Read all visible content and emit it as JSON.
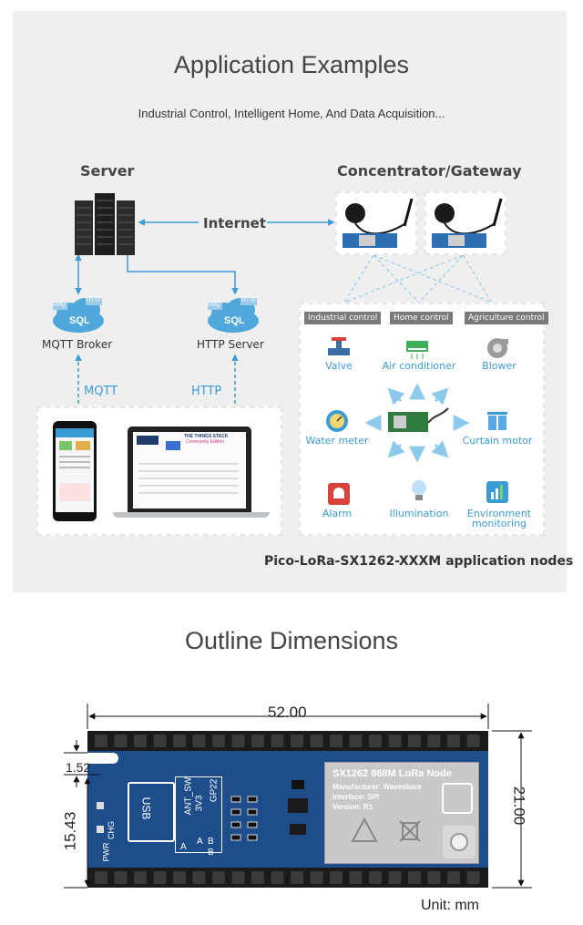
{
  "app_examples": {
    "title": "Application Examples",
    "subtitle": "Industrial Control, Intelligent Home, And Data Acquisition...",
    "server_label": "Server",
    "gateway_label": "Concentrator/Gateway",
    "internet_label": "Internet",
    "mqtt_broker_label": "MQTT Broker",
    "http_server_label": "HTTP Server",
    "mqtt_label": "MQTT",
    "http_label": "HTTP",
    "cloud_tags": [
      "EMQ",
      "HTTP",
      "SQL"
    ],
    "ttn_title": "THE THINGS STACK",
    "ttn_sub": "Community Edition",
    "nodes_caption": "Pico-LoRa-SX1262-XXXM application nodes",
    "categories": [
      "Industrial control",
      "Home control",
      "Agriculture control"
    ],
    "nodes": [
      {
        "label": "Valve",
        "icon": "valve-icon",
        "color": "#3a6ea5"
      },
      {
        "label": "Air conditioner",
        "icon": "air-conditioner-icon",
        "color": "#3fae5a"
      },
      {
        "label": "Blower",
        "icon": "blower-icon",
        "color": "#888888"
      },
      {
        "label": "Water meter",
        "icon": "water-meter-icon",
        "color": "#3a9bd5"
      },
      {
        "label": "Curtain motor",
        "icon": "curtain-motor-icon",
        "color": "#3a9bd5"
      },
      {
        "label": "Alarm",
        "icon": "alarm-icon",
        "color": "#d9423a"
      },
      {
        "label": "Illumination",
        "icon": "illumination-icon",
        "color": "#5aa9e6"
      },
      {
        "label": "Environment\nmonitoring",
        "icon": "environment-monitoring-icon",
        "color": "#3a9bd5"
      }
    ]
  },
  "outline": {
    "title": "Outline Dimensions",
    "width_dim": "52.00",
    "height_dim": "21.00",
    "edge_dim": "1.52",
    "side_dim": "15.43",
    "unit": "Unit: mm",
    "module_title": "SX1262 868M LoRa Node",
    "module_lines": [
      "Manufacturer: Waveshare",
      "Interface: SPI",
      "Version: R1"
    ],
    "board_labels": [
      "USB",
      "PWR",
      "CHG",
      "ANT_SW",
      "3V3",
      "GP22",
      "A",
      "B",
      "A",
      "B"
    ]
  },
  "colors": {
    "accent": "#3a9bd5",
    "board": "#1d4d8a",
    "panel": "#efefef"
  }
}
